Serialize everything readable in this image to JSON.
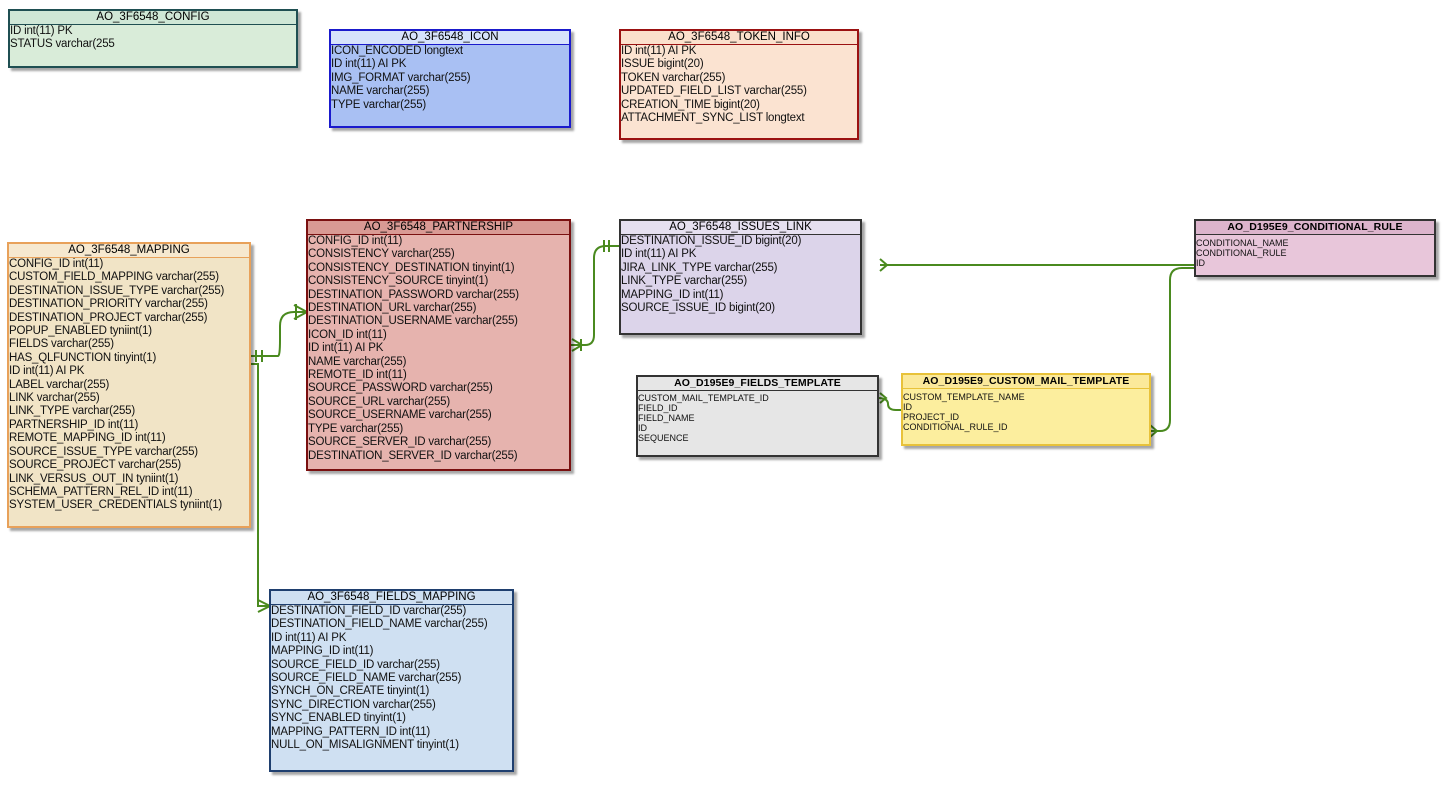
{
  "tables": [
    {
      "key": "config",
      "name": "AO_3F6548_CONFIG",
      "columns": [
        "ID int(11) PK",
        "STATUS varchar(255"
      ],
      "colors": {
        "border": "#1f4f52",
        "header": "#cfe7d6",
        "body": "#d9ecd9"
      }
    },
    {
      "key": "icon",
      "name": "AO_3F6548_ICON",
      "columns": [
        "ICON_ENCODED longtext",
        "ID int(11) AI PK",
        "IMG_FORMAT varchar(255)",
        "NAME varchar(255)",
        "TYPE varchar(255)"
      ],
      "colors": {
        "border": "#1a1acc",
        "header": "#d6e2fb",
        "body": "#a9c0f3"
      }
    },
    {
      "key": "token",
      "name": "AO_3F6548_TOKEN_INFO",
      "columns": [
        "ID int(11) AI PK",
        "ISSUE bigint(20)",
        "TOKEN varchar(255)",
        "UPDATED_FIELD_LIST varchar(255)",
        "CREATION_TIME bigint(20)",
        "ATTACHMENT_SYNC_LIST longtext"
      ],
      "colors": {
        "border": "#9b1111",
        "header": "#fbe0cc",
        "body": "#fbe3d1"
      }
    },
    {
      "key": "mapping",
      "name": "AO_3F6548_MAPPING",
      "columns": [
        "CONFIG_ID int(11)",
        "CUSTOM_FIELD_MAPPING varchar(255)",
        "DESTINATION_ISSUE_TYPE varchar(255)",
        "DESTINATION_PRIORITY varchar(255)",
        "DESTINATION_PROJECT varchar(255)",
        "POPUP_ENABLED tyniint(1)",
        "FIELDS varchar(255)",
        "HAS_QLFUNCTION tinyint(1)",
        "ID int(11) AI PK",
        "LABEL varchar(255)",
        "LINK varchar(255)",
        "LINK_TYPE varchar(255)",
        "PARTNERSHIP_ID int(11)",
        "REMOTE_MAPPING_ID int(11)",
        "SOURCE_ISSUE_TYPE varchar(255)",
        "SOURCE_PROJECT varchar(255)",
        "LINK_VERSUS_OUT_IN tyniint(1)",
        "SCHEMA_PATTERN_REL_ID int(11)",
        "SYSTEM_USER_CREDENTIALS tyniint(1)"
      ],
      "colors": {
        "border": "#e8a15a",
        "header": "#f6e8cf",
        "body": "#f1e4c6"
      }
    },
    {
      "key": "partnership",
      "name": "AO_3F6548_PARTNERSHIP",
      "columns": [
        "CONFIG_ID int(11)",
        "CONSISTENCY varchar(255)",
        "CONSISTENCY_DESTINATION tinyint(1)",
        "CONSISTENCY_SOURCE tinyint(1)",
        "DESTINATION_PASSWORD varchar(255)",
        "DESTINATION_URL varchar(255)",
        "DESTINATION_USERNAME varchar(255)",
        "ICON_ID int(11)",
        "ID int(11) AI PK",
        "NAME varchar(255)",
        "REMOTE_ID int(11)",
        "SOURCE_PASSWORD varchar(255)",
        "SOURCE_URL varchar(255)",
        "SOURCE_USERNAME varchar(255)",
        "TYPE varchar(255)",
        "SOURCE_SERVER_ID varchar(255)",
        "DESTINATION_SERVER_ID varchar(255)"
      ],
      "colors": {
        "border": "#7a1010",
        "header": "#d99a94",
        "body": "#e6b3ae"
      }
    },
    {
      "key": "issues_link",
      "name": "AO_3F6548_ISSUES_LINK",
      "columns": [
        "DESTINATION_ISSUE_ID bigint(20)",
        "ID int(11) AI PK",
        "JIRA_LINK_TYPE varchar(255)",
        "LINK_TYPE varchar(255)",
        "MAPPING_ID int(11)",
        "SOURCE_ISSUE_ID bigint(20)"
      ],
      "colors": {
        "border": "#333333",
        "header": "#e6e0f0",
        "body": "#dcd4ea"
      }
    },
    {
      "key": "conditional_rule",
      "name": "AO_D195E9_CONDITIONAL_RULE",
      "columns": [
        "CONDITIONAL_NAME",
        "CONDITIONAL_RULE",
        "ID"
      ],
      "colors": {
        "border": "#333333",
        "header": "#dcb4cc",
        "body": "#e8c6da"
      }
    },
    {
      "key": "fields_template",
      "name": "AO_D195E9_FIELDS_TEMPLATE",
      "columns": [
        "CUSTOM_MAIL_TEMPLATE_ID",
        "FIELD_ID",
        "FIELD_NAME",
        "ID",
        "SEQUENCE"
      ],
      "colors": {
        "border": "#333333",
        "header": "#e6e6e6",
        "body": "#e6e6e6"
      }
    },
    {
      "key": "custom_mail_template",
      "name": "AO_D195E9_CUSTOM_MAIL_TEMPLATE",
      "columns": [
        "CUSTOM_TEMPLATE_NAME",
        "ID",
        "PROJECT_ID",
        "CONDITIONAL_RULE_ID"
      ],
      "colors": {
        "border": "#e8c23a",
        "header": "#fbe99a",
        "body": "#fcee9e"
      }
    },
    {
      "key": "fields_mapping",
      "name": "AO_3F6548_FIELDS_MAPPING",
      "columns": [
        "DESTINATION_FIELD_ID varchar(255)",
        "DESTINATION_FIELD_NAME varchar(255)",
        "ID int(11) AI PK",
        "MAPPING_ID int(11)",
        "SOURCE_FIELD_ID varchar(255)",
        "SOURCE_FIELD_NAME varchar(255)",
        "SYNCH_ON_CREATE tinyint(1)",
        "SYNC_DIRECTION varchar(255)",
        "SYNC_ENABLED tinyint(1)",
        "MAPPING_PATTERN_ID int(11)",
        "NULL_ON_MISALIGNMENT tinyint(1)"
      ],
      "colors": {
        "border": "#1f3f6f",
        "header": "#cfe0f2",
        "body": "#cfe0f2"
      }
    }
  ],
  "link_color": "#4a8a1f"
}
